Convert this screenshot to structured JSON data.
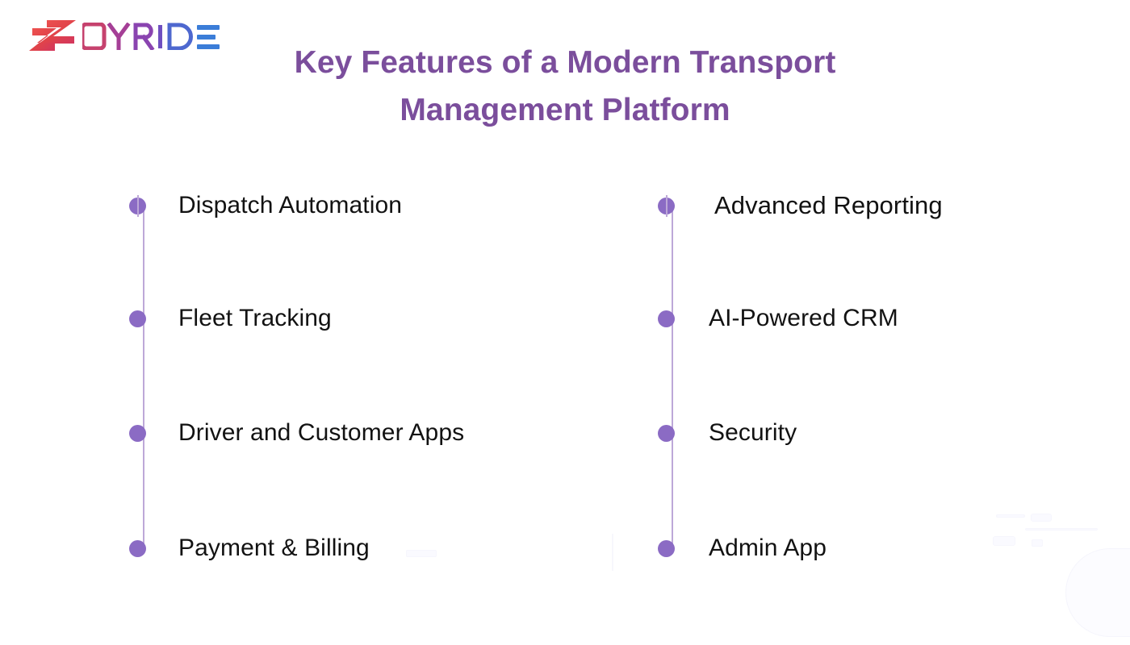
{
  "brand": {
    "name": "ZOYRIDE",
    "mark_label": "double-z-mark",
    "word_letters": [
      "O",
      "Y",
      "R",
      "I",
      "D",
      "E"
    ],
    "colors": {
      "mark_start": "#e8453c",
      "mark_end": "#d7365f",
      "o": "#c6426e",
      "y": "#a53f96",
      "r": "#8a44b0",
      "i": "#6f4fc0",
      "d": "#4e68cf",
      "e": "#3b7dd8"
    }
  },
  "title": {
    "line1": "Key Features of a Modern Transport",
    "line2": "Management Platform",
    "color": "#7b4e9c"
  },
  "theme": {
    "background": "#ffffff",
    "dot": "#8b6bc4",
    "track": "#bda8d8",
    "item_text": "#121212",
    "decor": "#fafaff"
  },
  "columns": [
    {
      "id": "left",
      "items": [
        {
          "label": "Dispatch Automation"
        },
        {
          "label": "Fleet Tracking"
        },
        {
          "label": "Driver and Customer Apps"
        },
        {
          "label": "Payment & Billing"
        }
      ]
    },
    {
      "id": "right",
      "items": [
        {
          "label": "Advanced Reporting"
        },
        {
          "label": "AI-Powered CRM"
        },
        {
          "label": "Security"
        },
        {
          "label": "Admin App"
        }
      ]
    }
  ]
}
